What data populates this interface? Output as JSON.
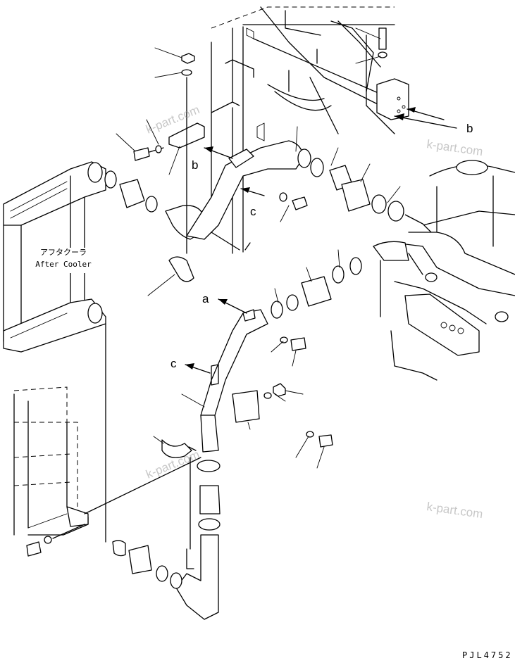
{
  "diagram": {
    "component_label_jp": "アフタクーラ",
    "component_label_en": "After Cooler",
    "view_labels": {
      "a": "a",
      "b": "b",
      "c": "c"
    },
    "watermark": "k-part.com",
    "drawing_code": "PJL4752"
  }
}
